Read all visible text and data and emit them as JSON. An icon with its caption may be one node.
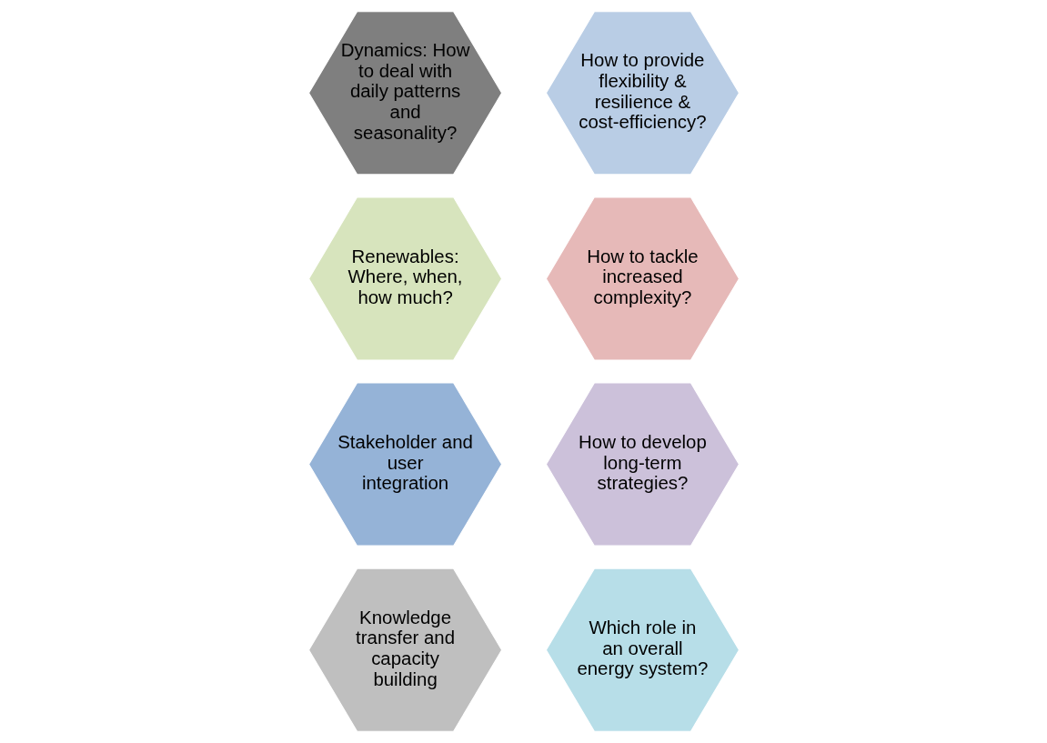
{
  "diagram": {
    "nodes": [
      {
        "text": [
          "Dynamics: How to deal with daily patterns and seasonality?"
        ]
      },
      {
        "text": [
          "How to provide flexibility & resilience & cost-efficiency?"
        ]
      },
      {
        "text": [
          "Renewables: Where, when, how much?"
        ]
      },
      {
        "text": [
          "How to tackle increased complexity?"
        ]
      },
      {
        "text": [
          "Stakeholder and user integration"
        ]
      },
      {
        "text": [
          "How to develop long-term strategies?"
        ]
      },
      {
        "text": [
          "Knowledge transfer and capacity building"
        ]
      },
      {
        "text": [
          "Which role in an overall energy system?"
        ]
      }
    ]
  }
}
